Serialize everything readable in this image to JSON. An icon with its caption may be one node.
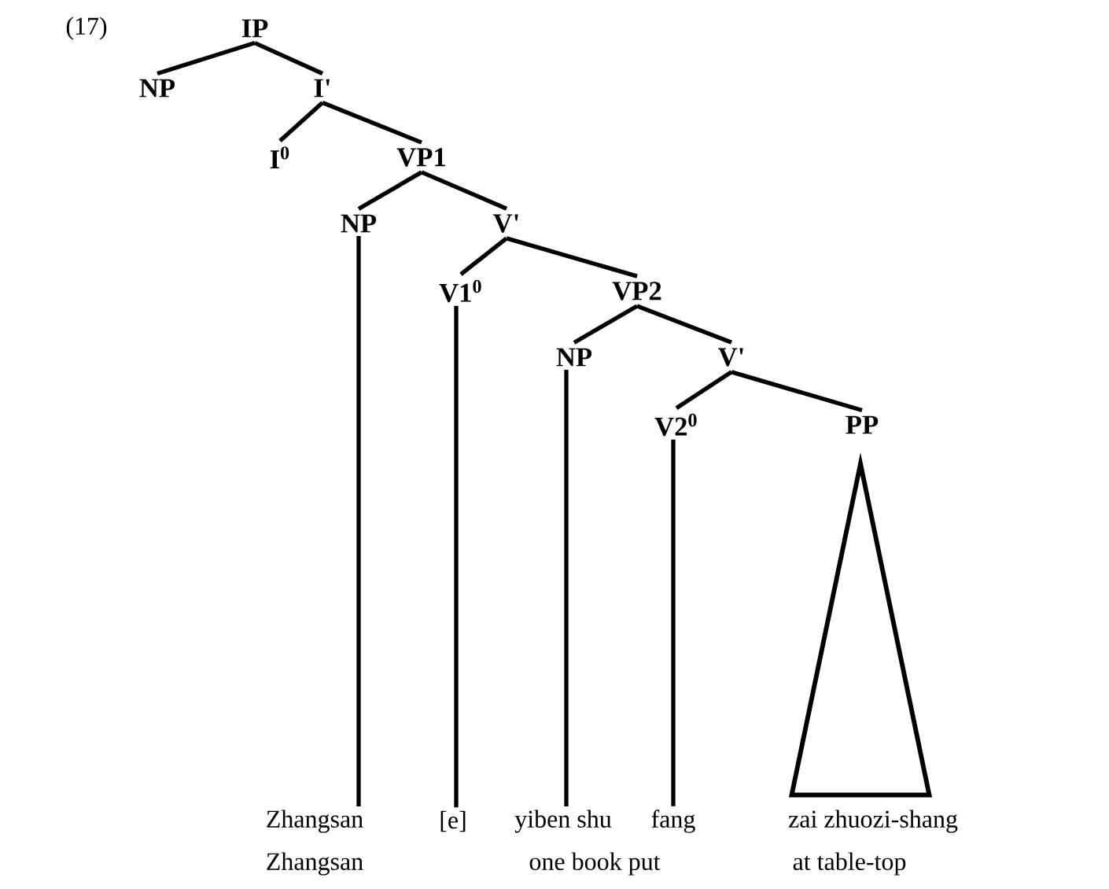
{
  "diagram": {
    "nodes": [
      {
        "text": [
          "IP"
        ]
      },
      {
        "text": [
          "NP"
        ]
      },
      {
        "text": [
          "I'"
        ]
      },
      {
        "text": [
          "I$^{0}$"
        ]
      },
      {
        "text": [
          "VP1"
        ]
      },
      {
        "text": [
          "NP"
        ]
      },
      {
        "text": [
          "V'"
        ]
      },
      {
        "text": [
          "V1$^{0}$"
        ]
      },
      {
        "text": [
          "VP2"
        ]
      },
      {
        "text": [
          "NP"
        ]
      },
      {
        "text": [
          "V'"
        ]
      },
      {
        "text": [
          "V2$^{0}$"
        ]
      },
      {
        "text": [
          "PP"
        ]
      },
      {
        "text": [],
        "shape": "triangle"
      },
      {
        "text": [
          "Zhangsan"
        ]
      },
      {
        "text": [
          "[e]"
        ]
      },
      {
        "text": [
          "yiben shu"
        ]
      },
      {
        "text": [
          "fang"
        ]
      },
      {
        "text": [
          "zai zhuozi-shang"
        ]
      }
    ],
    "edges": [
      {
        "from": 0,
        "to": 1,
        "arrow": "none"
      },
      {
        "from": 0,
        "to": 2,
        "arrow": "none"
      },
      {
        "from": 2,
        "to": 3,
        "arrow": "none"
      },
      {
        "from": 2,
        "to": 4,
        "arrow": "none"
      },
      {
        "from": 4,
        "to": 5,
        "arrow": "none"
      },
      {
        "from": 4,
        "to": 6,
        "arrow": "none"
      },
      {
        "from": 6,
        "to": 7,
        "arrow": "none"
      },
      {
        "from": 6,
        "to": 8,
        "arrow": "none"
      },
      {
        "from": 8,
        "to": 9,
        "arrow": "none"
      },
      {
        "from": 8,
        "to": 10,
        "arrow": "none"
      },
      {
        "from": 10,
        "to": 11,
        "arrow": "none"
      },
      {
        "from": 10,
        "to": 12,
        "arrow": "none"
      },
      {
        "from": 5,
        "to": 14,
        "arrow": "none"
      },
      {
        "from": 7,
        "to": 15,
        "arrow": "none"
      },
      {
        "from": 9,
        "to": 16,
        "arrow": "none"
      },
      {
        "from": 11,
        "to": 17,
        "arrow": "none"
      }
    ],
    "labels": [
      "(17)",
      "Zhangsan",
      "one book put",
      "at table-top"
    ]
  }
}
